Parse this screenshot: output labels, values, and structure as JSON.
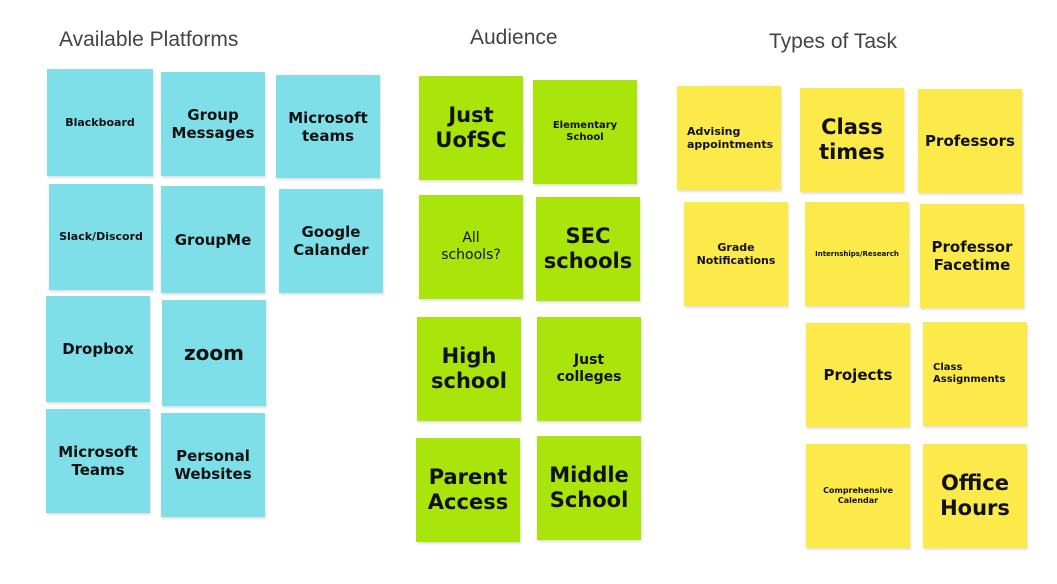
{
  "colors": {
    "platforms": "#7fdfe8",
    "audience": "#a9e40a",
    "tasks": "#fce94a"
  },
  "platforms": {
    "title": "Available Platforms",
    "notes": [
      "Blackboard",
      "Group\nMessages",
      "Microsoft\nteams",
      "Slack/Discord",
      "GroupMe",
      "Google\nCalander",
      "Dropbox",
      "zoom",
      "Microsoft\nTeams",
      "Personal\nWebsites"
    ]
  },
  "audience": {
    "title": "Audience",
    "notes": [
      "Just\nUofSC",
      "Elementary\nSchool",
      "All\nschools?",
      "SEC\nschools",
      "High\nschool",
      "Just\ncolleges",
      "Parent\nAccess",
      "Middle\nSchool"
    ]
  },
  "tasks": {
    "title": "Types of Task",
    "notes": [
      "Advising\nappointments",
      "Class\ntimes",
      "Professors",
      "Grade\nNotifications",
      "Internships/Research",
      "Professor\nFacetime",
      "Projects",
      "Class\nAssignments",
      "Comprehensive\nCalendar",
      "Office\nHours"
    ]
  }
}
